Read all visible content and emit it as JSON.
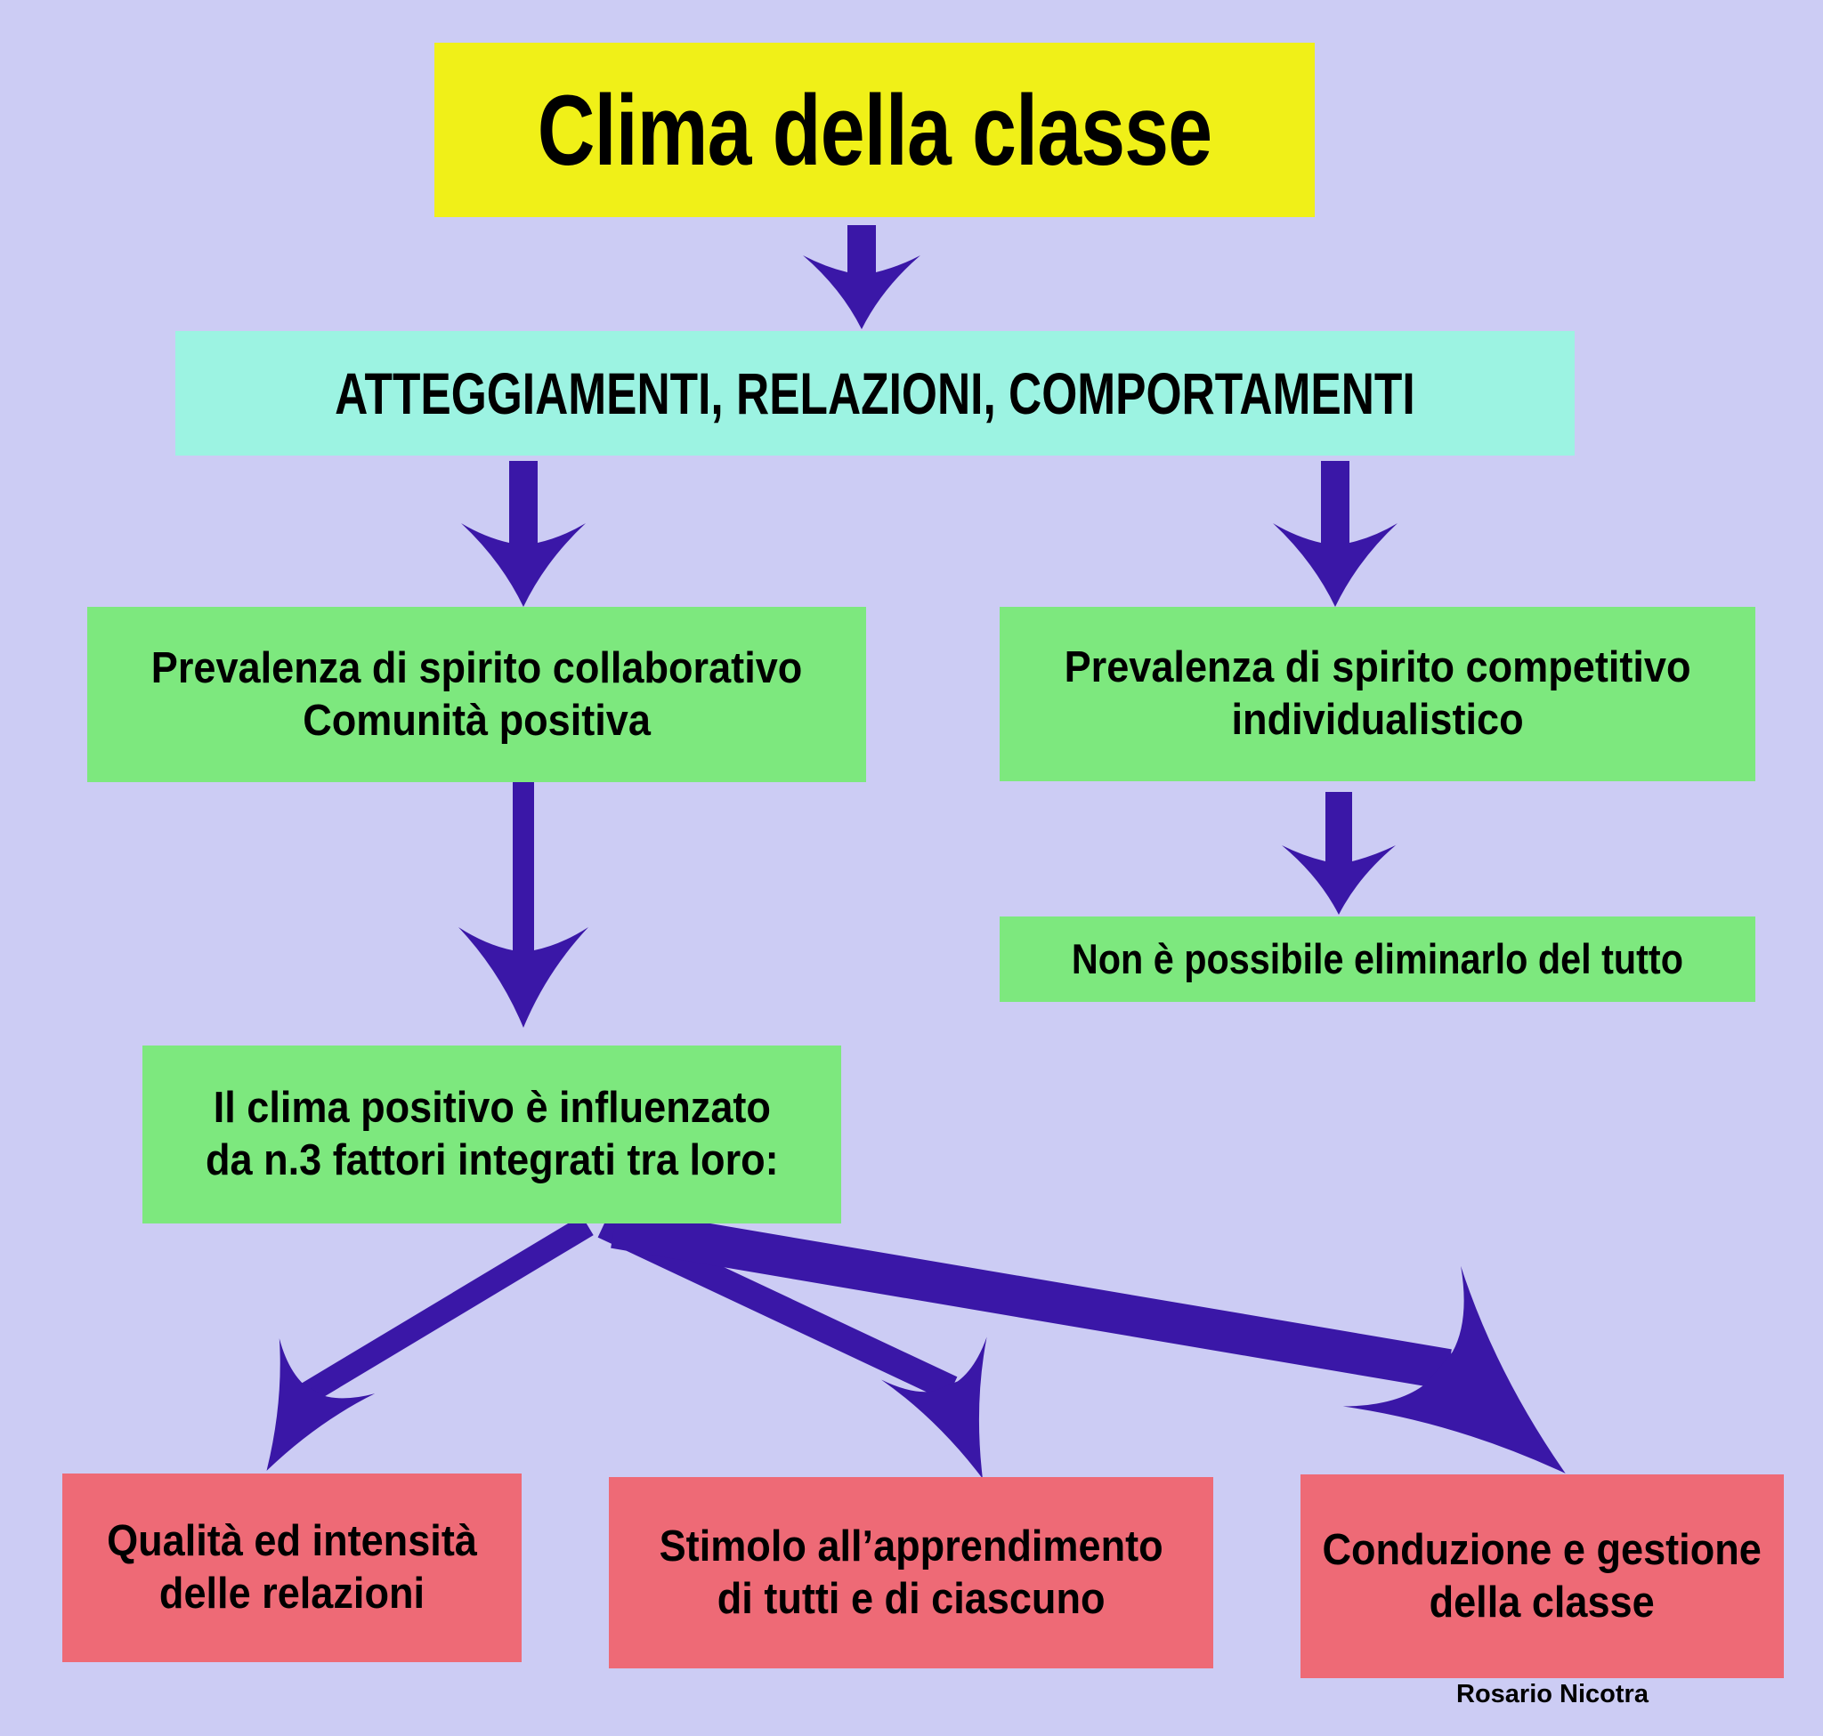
{
  "title": {
    "text": "Clima della classe"
  },
  "subtitle": {
    "text": "ATTEGGIAMENTI, RELAZIONI, COMPORTAMENTI"
  },
  "boxes": {
    "collaborative": {
      "line1": "Prevalenza di spirito collaborativo",
      "line2": "Comunità positiva"
    },
    "competitive": {
      "line1": "Prevalenza di spirito competitivo",
      "line2": "individualistico"
    },
    "not_eliminable": {
      "text": "Non è possibile eliminarlo del tutto"
    },
    "positive_climate": {
      "line1": "Il clima positivo è influenzato",
      "line2": "da n.3 fattori integrati tra loro:"
    },
    "factor_relations": {
      "line1": "Qualità ed intensità",
      "line2": "delle relazioni"
    },
    "factor_learning": {
      "line1": "Stimolo all’apprendimento",
      "line2": "di tutti e di ciascuno"
    },
    "factor_management": {
      "line1": "Conduzione e gestione",
      "line2": "della classe"
    }
  },
  "signature": "Rosario Nicotra",
  "colors": {
    "background": "#ccccf4",
    "yellow": "#f0f018",
    "cyan": "#9cf3e2",
    "green": "#7de87e",
    "red": "#ee6a76",
    "arrow": "#3a17a7",
    "text": "#000000"
  }
}
